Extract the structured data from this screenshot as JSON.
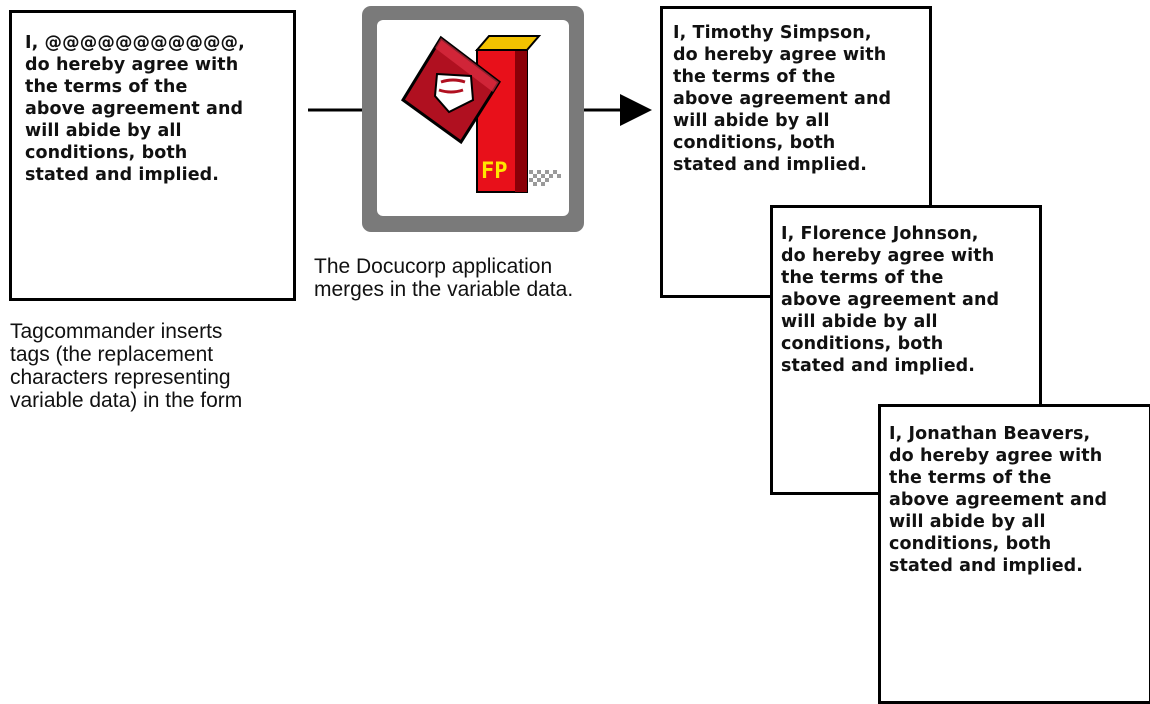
{
  "source_form": {
    "text": "I, @@@@@@@@@@@,\ndo hereby agree with\nthe terms of the\nabove agreement and\nwill abide by all\nconditions, both\nstated and implied."
  },
  "captions": {
    "tagcommander": "Tagcommander inserts\ntags (the replacement\ncharacters representing\nvariable data) in the form",
    "docucorp": "The Docucorp application\nmerges in the variable data."
  },
  "app_icon": {
    "badge_text": "FP",
    "colors": {
      "frame": "#7a7a7a",
      "diamond": "#b01020",
      "box": "#e8101a",
      "box_top": "#f2c200",
      "badge": "#ffe600"
    }
  },
  "merged_documents": [
    {
      "text": "I, Timothy Simpson,\ndo hereby agree with\nthe terms of the\nabove agreement and\nwill abide by all\nconditions, both\nstated and implied."
    },
    {
      "text": "I, Florence Johnson,\ndo hereby agree with\nthe terms of the\nabove agreement and\nwill abide by all\nconditions, both\nstated and implied."
    },
    {
      "text": "I, Jonathan Beavers,\ndo hereby agree with\nthe terms of the\nabove agreement and\nwill abide by all\nconditions, both\nstated and implied."
    }
  ]
}
